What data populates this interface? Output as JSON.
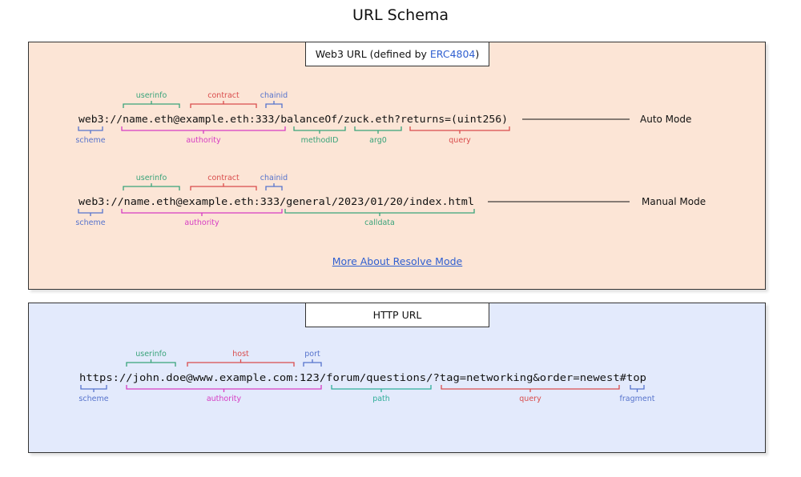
{
  "title": "URL Schema",
  "colors": {
    "background": "#ffffff",
    "web3_panel": "#fce5d6",
    "http_panel": "#e3eafc",
    "scheme": "#5673cc",
    "userinfo": "#39a37a",
    "contract": "#d94c4c",
    "chainid": "#5673cc",
    "authority": "#d63cc3",
    "methodid": "#39a37a",
    "arg0": "#39a37a",
    "query": "#d94c4c",
    "calldata": "#39a37a",
    "path": "#2fae9a",
    "fragment": "#5673cc",
    "link": "#2f5fd0"
  },
  "web3": {
    "panel_title_prefix": "Web3 URL (defined by ",
    "panel_title_link": "ERC4804",
    "panel_title_suffix": ")",
    "more_link": "More About Resolve Mode",
    "auto": {
      "url": "web3://name.eth@example.eth:333/balanceOf/zuck.eth?returns=(uint256)",
      "mode_label": "Auto Mode",
      "top_labels": [
        "userinfo",
        "contract",
        "chainid"
      ],
      "bottom_labels": [
        "scheme",
        "authority",
        "methodID",
        "arg0",
        "query"
      ]
    },
    "manual": {
      "url": "web3://name.eth@example.eth:333/general/2023/01/20/index.html",
      "mode_label": "Manual Mode",
      "top_labels": [
        "userinfo",
        "contract",
        "chainid"
      ],
      "bottom_labels": [
        "scheme",
        "authority",
        "calldata"
      ]
    }
  },
  "http": {
    "panel_title": "HTTP URL",
    "url": "https://john.doe@www.example.com:123/forum/questions/?tag=networking&order=newest#top",
    "top_labels": [
      "userinfo",
      "host",
      "port"
    ],
    "bottom_labels": [
      "scheme",
      "authority",
      "path",
      "query",
      "fragment"
    ]
  }
}
